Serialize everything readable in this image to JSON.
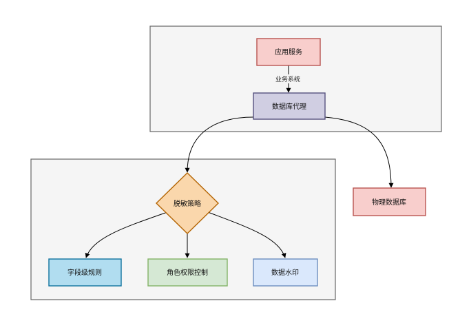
{
  "diagram": {
    "nodes": {
      "app_service": {
        "label": "应用服务",
        "fill": "#f8cecc",
        "stroke": "#b85450"
      },
      "db_proxy": {
        "label": "数据库代理",
        "fill": "#d0cee2",
        "stroke": "#56517e"
      },
      "physical_db": {
        "label": "物理数据库",
        "fill": "#f8cecc",
        "stroke": "#b85450"
      },
      "masking_strategy": {
        "label": "脱敏策略",
        "fill": "#fad7ac",
        "stroke": "#b46504"
      },
      "field_rules": {
        "label": "字段级规则",
        "fill": "#b1ddf0",
        "stroke": "#10739e"
      },
      "role_permission": {
        "label": "角色权限控制",
        "fill": "#d5e8d4",
        "stroke": "#82b366"
      },
      "data_watermark": {
        "label": "数据水印",
        "fill": "#dae8fc",
        "stroke": "#6c8ebf"
      }
    },
    "edges": {
      "app_to_proxy": {
        "label": "业务系统"
      }
    },
    "groups": {
      "business_group": {
        "fill": "#f5f5f5",
        "stroke": "#666666"
      },
      "masking_group": {
        "fill": "#f5f5f5",
        "stroke": "#666666"
      }
    }
  }
}
